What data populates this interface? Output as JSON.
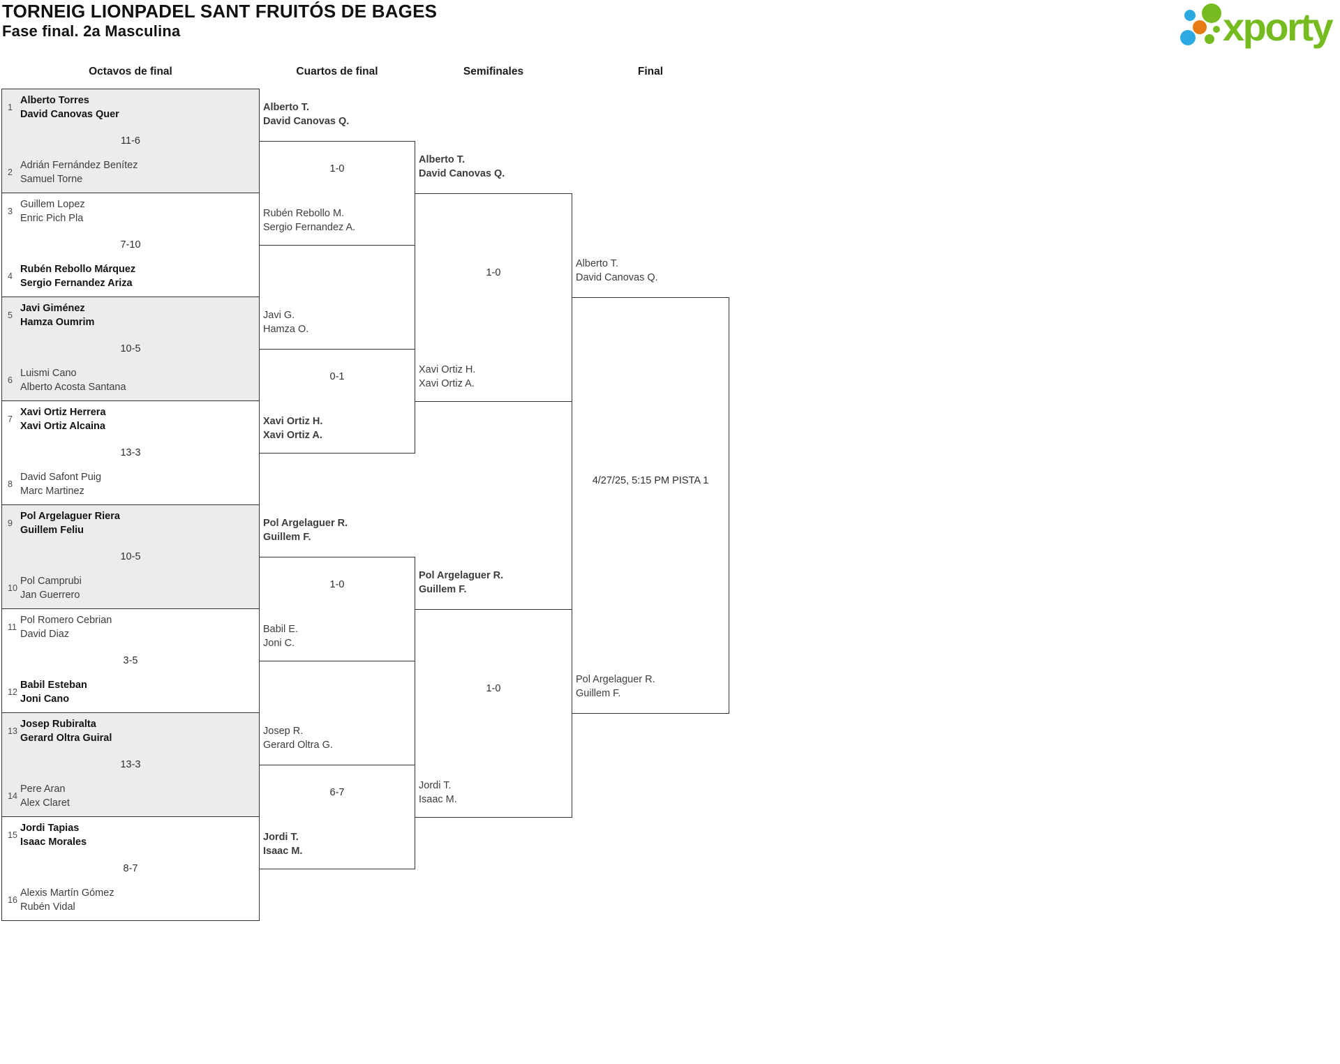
{
  "header": {
    "title": "TORNEIG LIONPADEL SANT FRUITÓS DE BAGES",
    "subtitle": "Fase final. 2a Masculina"
  },
  "logo": {
    "brand": "xporty",
    "colors": {
      "green": "#76BC21",
      "blue": "#2BA9E1",
      "orange": "#E87B13"
    }
  },
  "round_headers": [
    "Octavos de final",
    "Cuartos de final",
    "Semifinales",
    "Final"
  ],
  "bracket": {
    "octavos": [
      {
        "seed1": "1",
        "team1": [
          "Alberto Torres",
          "David Canovas Quer"
        ],
        "winner1": true,
        "score": "11-6",
        "seed2": "2",
        "team2": [
          "Adrián Fernández Benítez",
          "Samuel Torne"
        ],
        "winner2": false
      },
      {
        "seed1": "3",
        "team1": [
          "Guillem Lopez",
          "Enric Pich Pla"
        ],
        "winner1": false,
        "score": "7-10",
        "seed2": "4",
        "team2": [
          "Rubén Rebollo Márquez",
          "Sergio Fernandez Ariza"
        ],
        "winner2": true
      },
      {
        "seed1": "5",
        "team1": [
          "Javi Giménez",
          "Hamza Oumrim"
        ],
        "winner1": true,
        "score": "10-5",
        "seed2": "6",
        "team2": [
          "Luismi Cano",
          "Alberto Acosta Santana"
        ],
        "winner2": false
      },
      {
        "seed1": "7",
        "team1": [
          "Xavi Ortiz Herrera",
          "Xavi Ortiz Alcaina"
        ],
        "winner1": true,
        "score": "13-3",
        "seed2": "8",
        "team2": [
          "David Safont Puig",
          "Marc Martinez"
        ],
        "winner2": false
      },
      {
        "seed1": "9",
        "team1": [
          "Pol Argelaguer Riera",
          "Guillem Feliu"
        ],
        "winner1": true,
        "score": "10-5",
        "seed2": "10",
        "team2": [
          "Pol Camprubi",
          "Jan Guerrero"
        ],
        "winner2": false
      },
      {
        "seed1": "11",
        "team1": [
          "Pol Romero Cebrian",
          "David Diaz"
        ],
        "winner1": false,
        "score": "3-5",
        "seed2": "12",
        "team2": [
          "Babil Esteban",
          "Joni Cano"
        ],
        "winner2": true
      },
      {
        "seed1": "13",
        "team1": [
          "Josep Rubiralta",
          "Gerard Oltra Guiral"
        ],
        "winner1": true,
        "score": "13-3",
        "seed2": "14",
        "team2": [
          "Pere Aran",
          "Alex Claret"
        ],
        "winner2": false
      },
      {
        "seed1": "15",
        "team1": [
          "Jordi Tapias",
          "Isaac Morales"
        ],
        "winner1": true,
        "score": "8-7",
        "seed2": "16",
        "team2": [
          "Alexis Martín Gómez",
          "Rubén Vidal"
        ],
        "winner2": false
      }
    ],
    "cuartos": [
      {
        "team1": [
          "Alberto T.",
          "David Canovas Q."
        ],
        "winner1": true,
        "score": "1-0",
        "team2": [
          "Rubén Rebollo M.",
          "Sergio Fernandez A."
        ],
        "winner2": false
      },
      {
        "team1": [
          "Javi G.",
          "Hamza O."
        ],
        "winner1": false,
        "score": "0-1",
        "team2": [
          "Xavi Ortiz H.",
          "Xavi Ortiz A."
        ],
        "winner2": true
      },
      {
        "team1": [
          "Pol Argelaguer R.",
          "Guillem F."
        ],
        "winner1": true,
        "score": "1-0",
        "team2": [
          "Babil E.",
          "Joni C."
        ],
        "winner2": false
      },
      {
        "team1": [
          "Josep R.",
          "Gerard Oltra G."
        ],
        "winner1": false,
        "score": "6-7",
        "team2": [
          "Jordi T.",
          "Isaac M."
        ],
        "winner2": true
      }
    ],
    "semifinales": [
      {
        "team1": [
          "Alberto T.",
          "David Canovas Q."
        ],
        "winner1": true,
        "score": "1-0",
        "team2": [
          "Xavi Ortiz H.",
          "Xavi Ortiz A."
        ],
        "winner2": false
      },
      {
        "team1": [
          "Pol Argelaguer R.",
          "Guillem F."
        ],
        "winner1": true,
        "score": "1-0",
        "team2": [
          "Jordi T.",
          "Isaac M."
        ],
        "winner2": false
      }
    ],
    "final": {
      "team1": [
        "Alberto T.",
        "David Canovas Q."
      ],
      "winner1": false,
      "schedule": "4/27/25, 5:15 PM PISTA 1",
      "team2": [
        "Pol Argelaguer R.",
        "Guillem F."
      ],
      "winner2": false
    }
  }
}
